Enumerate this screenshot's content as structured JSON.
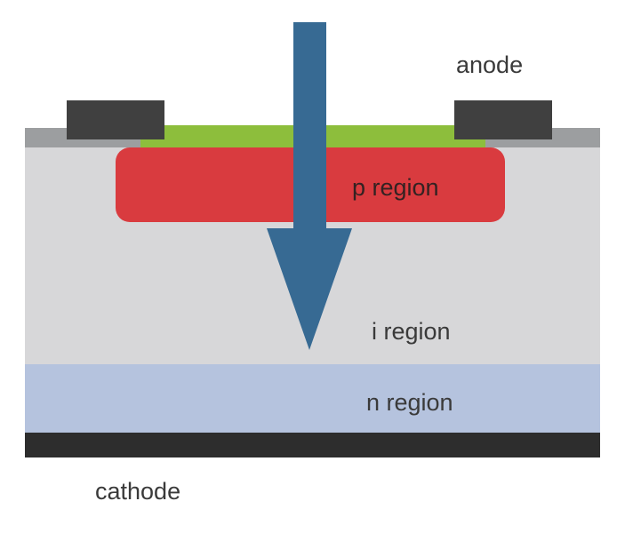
{
  "diagram": {
    "top_label": "anode",
    "bottom_label": "cathode",
    "regions": {
      "p": "p region",
      "i": "i region",
      "n": "n region"
    },
    "icons": {
      "incident_light_arrow": "down-arrow"
    },
    "colors": {
      "arrow_blue": "#376a93",
      "contact_dark": "#404040",
      "contact_gray": "#9c9ea0",
      "green_layer": "#8dbe3c",
      "p_region_red": "#d93b3f",
      "i_region_gray": "#d7d7d9",
      "n_region_blue": "#b5c3de",
      "cathode_black": "#2d2d2d",
      "label_text": "#3a3a3a"
    }
  }
}
